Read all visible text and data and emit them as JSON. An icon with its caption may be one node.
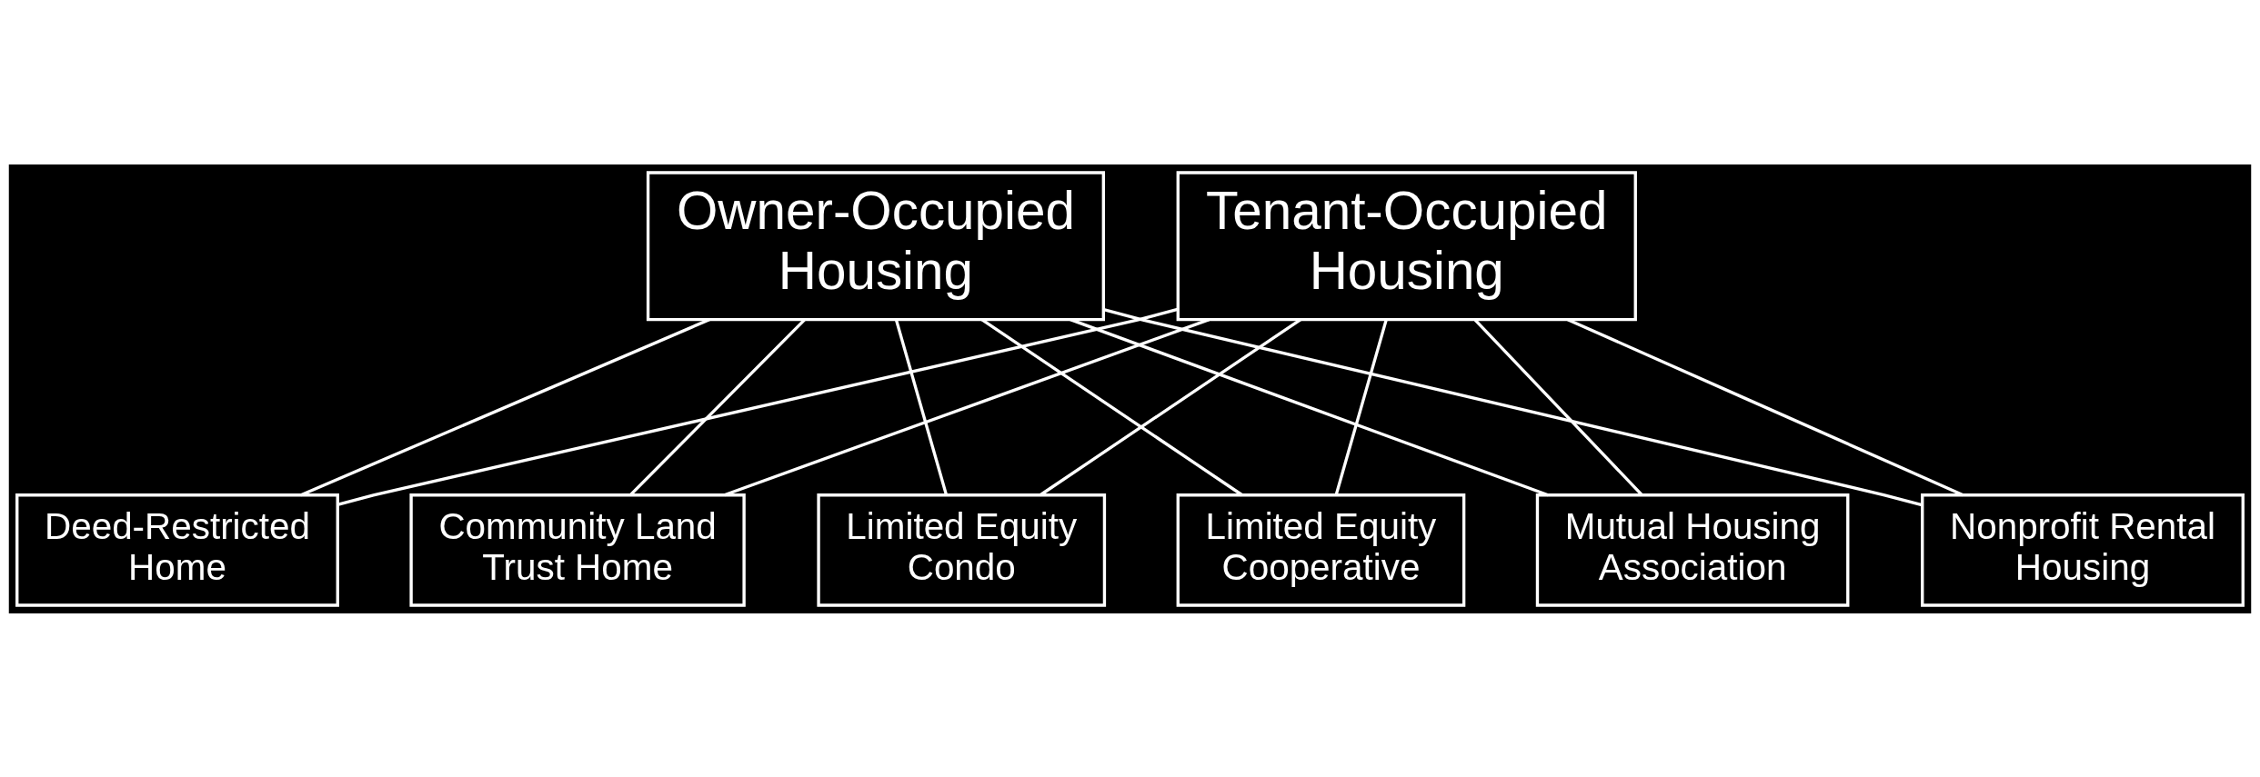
{
  "diagram": {
    "nodes": [
      {
        "text": [
          "Owner-Occupied Housing"
        ]
      },
      {
        "text": [
          "Tenant-Occupied Housing"
        ]
      },
      {
        "text": [
          "Deed-Restricted Home"
        ]
      },
      {
        "text": [
          "Community Land Trust Home"
        ]
      },
      {
        "text": [
          "Limited Equity Condo"
        ]
      },
      {
        "text": [
          "Limited Equity Cooperative"
        ]
      },
      {
        "text": [
          "Mutual Housing Association"
        ]
      },
      {
        "text": [
          "Nonprofit Rental Housing"
        ]
      }
    ],
    "edges": [
      {
        "from": 0,
        "to": 2,
        "arrow": "none"
      },
      {
        "from": 0,
        "to": 3,
        "arrow": "none"
      },
      {
        "from": 0,
        "to": 4,
        "arrow": "none"
      },
      {
        "from": 0,
        "to": 5,
        "arrow": "none"
      },
      {
        "from": 0,
        "to": 6,
        "arrow": "none"
      },
      {
        "from": 0,
        "to": 7,
        "arrow": "none"
      },
      {
        "from": 1,
        "to": 2,
        "arrow": "none"
      },
      {
        "from": 1,
        "to": 3,
        "arrow": "none"
      },
      {
        "from": 1,
        "to": 4,
        "arrow": "none"
      },
      {
        "from": 1,
        "to": 5,
        "arrow": "none"
      },
      {
        "from": 1,
        "to": 6,
        "arrow": "none"
      },
      {
        "from": 1,
        "to": 7,
        "arrow": "none"
      }
    ]
  }
}
